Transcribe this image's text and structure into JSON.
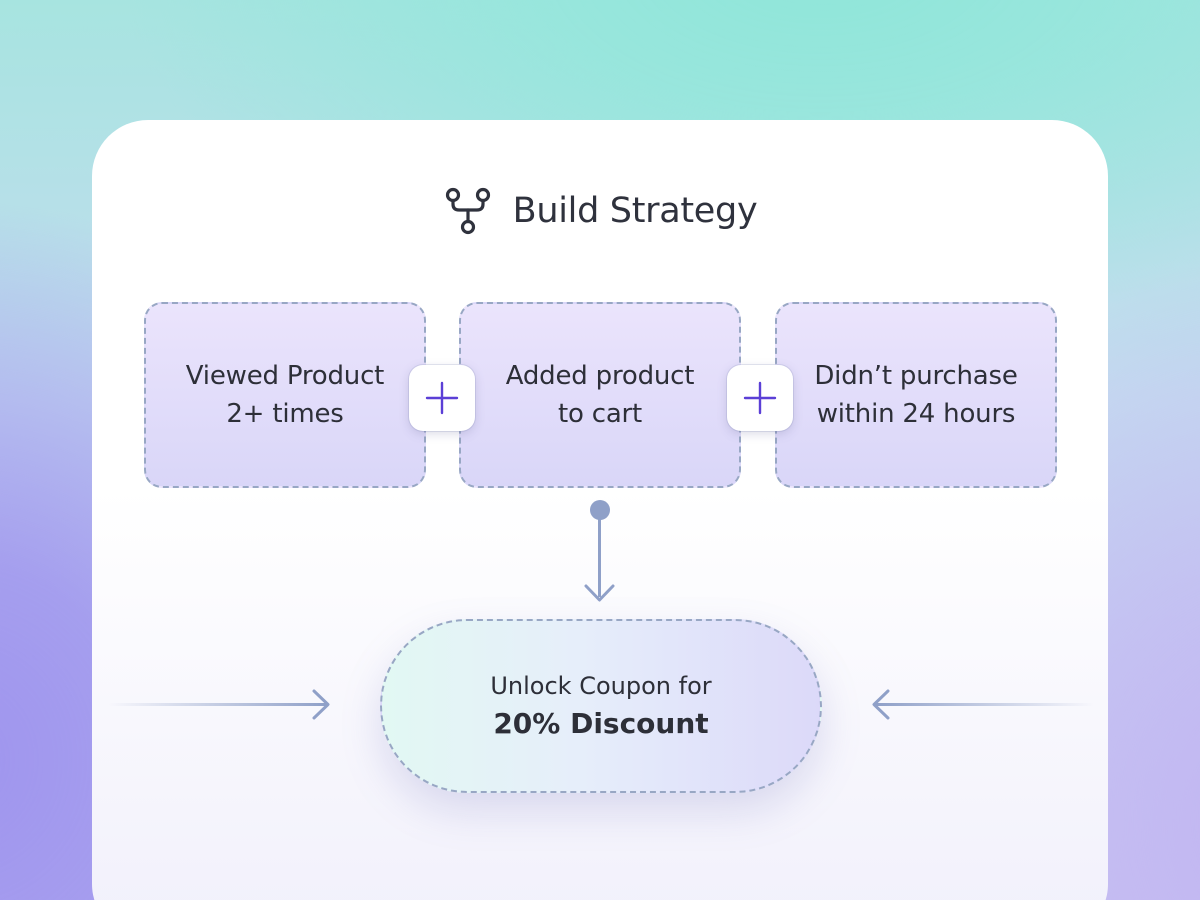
{
  "title": "Build Strategy",
  "title_icon": "git-branch-icon",
  "conditions": [
    {
      "label": "Viewed Product\n2+ times"
    },
    {
      "label": "Added product\nto cart"
    },
    {
      "label": "Didn’t purchase\nwithin 24 hours"
    }
  ],
  "connector_icon": "plus-icon",
  "result": {
    "line1": "Unlock Coupon for",
    "line2": "20% Discount"
  },
  "colors": {
    "accent": "#5b3fd6",
    "connector": "#8fa0c8",
    "text": "#2d2f38"
  }
}
